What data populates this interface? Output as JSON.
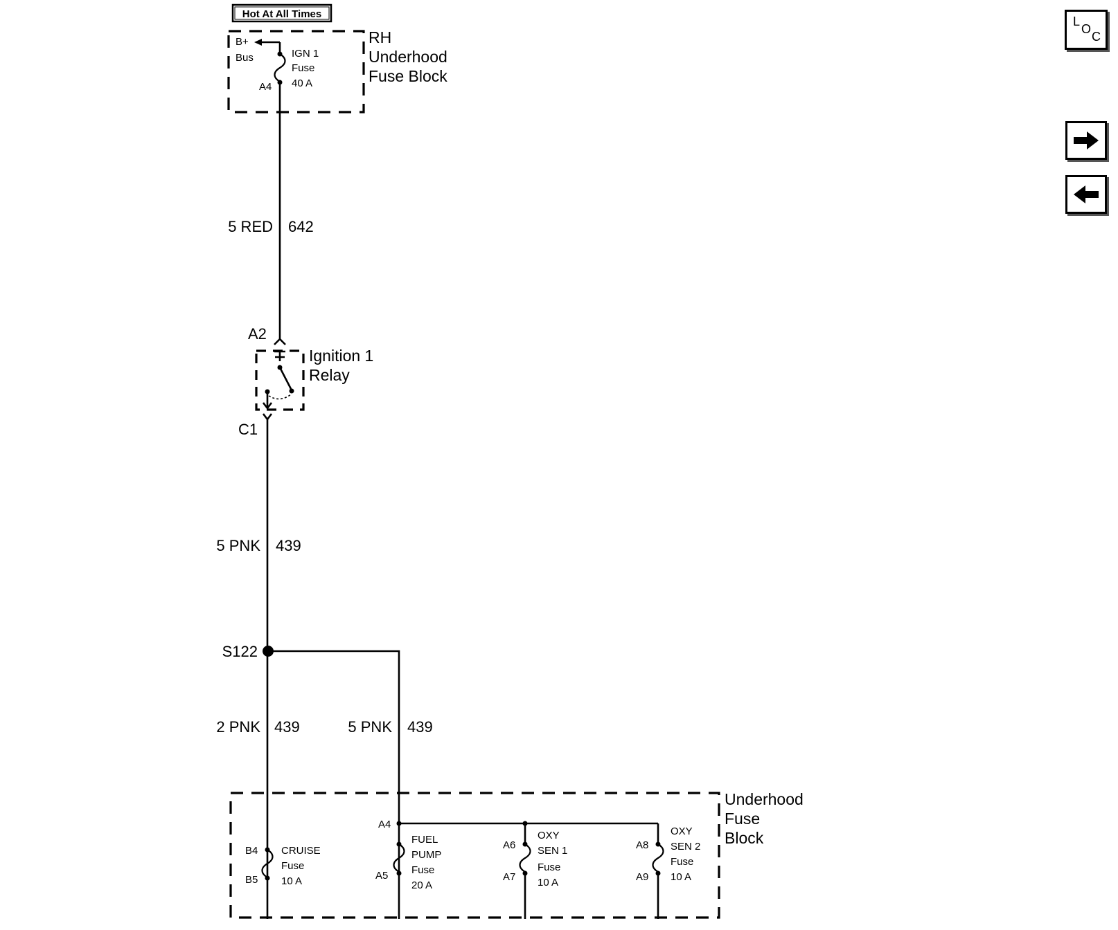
{
  "hot_label": "Hot At All Times",
  "rh_block": {
    "name": [
      "RH",
      "Underhood",
      "Fuse Block"
    ],
    "bus": [
      "B+",
      "Bus"
    ],
    "fuse": [
      "IGN 1",
      "Fuse",
      "40 A"
    ],
    "pin": "A4"
  },
  "wire1": {
    "gauge": "5 RED",
    "circuit": "642"
  },
  "relay": {
    "pin_top": "A2",
    "pin_bottom": "C1",
    "name": [
      "Ignition 1",
      "Relay"
    ]
  },
  "wire2": {
    "gauge": "5 PNK",
    "circuit": "439"
  },
  "splice": "S122",
  "wire3": {
    "gauge": "2 PNK",
    "circuit": "439"
  },
  "wire4": {
    "gauge": "5 PNK",
    "circuit": "439"
  },
  "uh_block": {
    "name": [
      "Underhood",
      "Fuse",
      "Block"
    ],
    "pin_a4": "A4",
    "fuses": [
      {
        "pin_in": "B4",
        "pin_out": "B5",
        "label": [
          "CRUISE",
          "Fuse",
          "10 A"
        ]
      },
      {
        "pin_in": "",
        "pin_out": "A5",
        "label": [
          "FUEL",
          "PUMP",
          "Fuse",
          "20 A"
        ]
      },
      {
        "pin_in": "A6",
        "pin_out": "A7",
        "label": [
          "OXY",
          "SEN 1",
          "Fuse",
          "10 A"
        ]
      },
      {
        "pin_in": "A8",
        "pin_out": "A9",
        "label": [
          "OXY",
          "SEN 2",
          "Fuse",
          "10 A"
        ]
      }
    ]
  },
  "nav": {
    "loc": [
      "L",
      "O",
      "C"
    ],
    "next": "right-arrow-icon",
    "prev": "left-arrow-icon"
  }
}
